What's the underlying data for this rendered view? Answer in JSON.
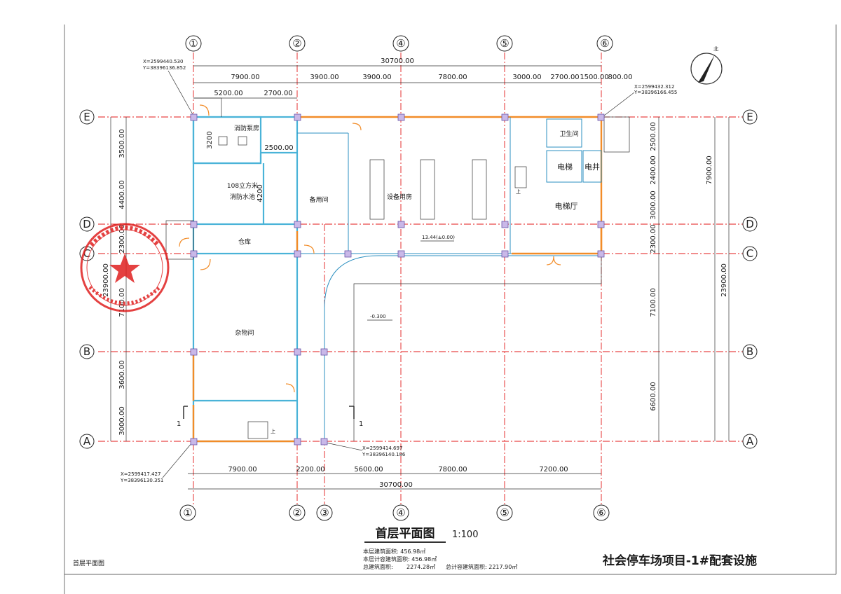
{
  "axes_vertical": [
    "①",
    "②",
    "④",
    "⑤",
    "⑥"
  ],
  "axes_vertical_bottom": [
    "①",
    "②",
    "③",
    "④",
    "⑤",
    "⑥"
  ],
  "axes_horizontal": [
    "E",
    "D",
    "C",
    "B",
    "A"
  ],
  "top_dims": {
    "total": "30700.00",
    "row1": [
      "7900.00",
      "3900.00",
      "3900.00",
      "7800.00",
      "3000.00",
      "2700.00",
      "1500.00",
      "800.00"
    ],
    "row2": [
      "5200.00",
      "2700.00"
    ]
  },
  "bottom_dims": {
    "row1": [
      "7900.00",
      "2200.00",
      "5600.00",
      "7800.00",
      "7200.00"
    ],
    "total": "30700.00"
  },
  "left_dims": {
    "inner": [
      "3500.00",
      "4400.00",
      "2300.00",
      "7100.00",
      "3600.00",
      "3000.00"
    ],
    "total": "23900.00"
  },
  "right_dims": {
    "inner": [
      "2500.00",
      "2400.00",
      "3000.00",
      "2300.00",
      "7100.00",
      "6600.00"
    ],
    "outer": [
      "7900.00",
      "23900.00"
    ]
  },
  "inner_dims": {
    "d3200": "3200",
    "d2500": "2500.00",
    "d4200": "4200"
  },
  "coords": {
    "top_left": [
      "X=2599440.530",
      "Y=38396136.852"
    ],
    "top_right": [
      "X=2599432.312",
      "Y=38396166.455"
    ],
    "bottom_mid": [
      "X=2599414.697",
      "Y=38396140.186"
    ],
    "bottom_left": [
      "X=2599417.427",
      "Y=38396130.351"
    ]
  },
  "rooms": {
    "pump": "消防泵房",
    "pool1": "108立方米",
    "pool2": "消防水池",
    "spare": "备用间",
    "equipment": "设备用房",
    "toilet": "卫生间",
    "elevator": "电梯",
    "shaft": "电井",
    "hall": "电梯厅",
    "warehouse": "仓库",
    "misc": "杂物间"
  },
  "level_marks": {
    "floor": "13.44(±0.00)",
    "ramp": "-0.300"
  },
  "up_label": "上",
  "section_mark": "1",
  "north_label": "北",
  "title": "首层平面图",
  "scale": "1:100",
  "areas": {
    "floor_area": "本层建筑面积: 456.98㎡",
    "floor_calc_area": "本层计容建筑面积: 456.98㎡",
    "total_area_label": "总建筑面积:",
    "total_area_value": "2274.28㎡",
    "total_calc_area": "总计容建筑面积: 2217.90㎡"
  },
  "project": "社会停车场项目-1#配套设施",
  "sheet_label": "首层平面图",
  "colors": {
    "grid": "#e31a1a",
    "wall": "#4ab3d8",
    "opening": "#f28c28",
    "column": "#c9b8e8",
    "stamp": "#e02020"
  }
}
